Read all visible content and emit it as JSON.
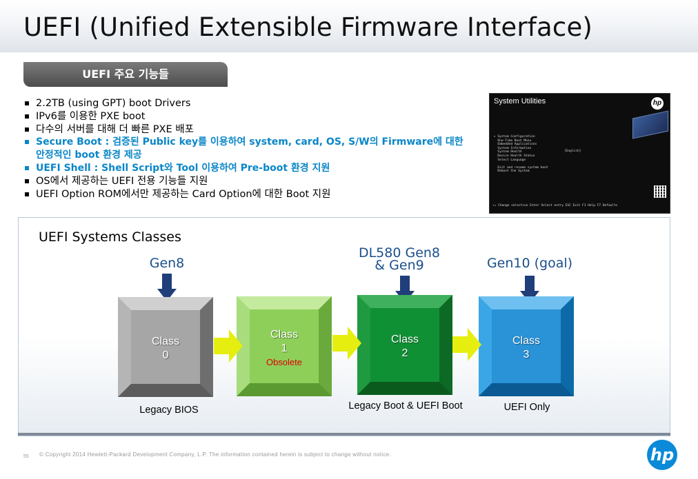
{
  "header": {
    "title": "UEFI (Unified Extensible Firmware Interface)"
  },
  "tab": {
    "label": "UEFI 주요 기능들"
  },
  "features": [
    {
      "text": "2.2TB (using GPT) boot Drivers",
      "highlight": false
    },
    {
      "text": "IPv6를 이용한 PXE boot",
      "highlight": false
    },
    {
      "text": "다수의 서버를 대해 더 빠른 PXE 배포",
      "highlight": false
    },
    {
      "text": "Secure Boot : 검증된 Public key를 이용하여 system, card, OS, S/W의 Firmware에 대한 안정적인 boot 환경 제공",
      "highlight": true
    },
    {
      "text": "UEFI Shell : Shell Script와 Tool 이용하여 Pre-boot 환경 지원",
      "highlight": true
    },
    {
      "text": "OS에서 제공하는 UEFI 전용 기능들 지원",
      "highlight": false
    },
    {
      "text": "UEFI Option ROM에서만 제공하는 Card Option에 대한 Boot 지원",
      "highlight": false
    }
  ],
  "screenshot": {
    "title": "System Utilities",
    "logo": "hp",
    "menu": "▸ System Configuration\n  One-Time Boot Menu\n  Embedded Applications\n  System Information\n  System Health\n  Device Health Status\n  Select Language\n\n  Exit and resume system boot\n  Reboot the System",
    "language": "[English]",
    "footer": "↑↓ Change selection  Enter Select entry  ESC Exit  F1 Help  F7 Defaults"
  },
  "classes_panel": {
    "title": "UEFI Systems Classes",
    "classes": [
      {
        "line1": "Class",
        "line2": "0",
        "note": "",
        "gen": "Gen8",
        "caption": "Legacy BIOS",
        "outer": "#8a8a8a",
        "inner": "#a6a6a6",
        "light": "#d0d0d0",
        "dark": "#5c5c5c"
      },
      {
        "line1": "Class",
        "line2": "1",
        "note": "Obsolete",
        "gen": "",
        "caption": "",
        "outer": "#7cc04a",
        "inner": "#8ecf5a",
        "light": "#c4ea9e",
        "dark": "#5a9a30"
      },
      {
        "line1": "Class",
        "line2": "2",
        "note": "",
        "gen": "DL580 Gen8\n& Gen9",
        "caption": "Legacy Boot & UEFI Boot",
        "outer": "#0f7a2a",
        "inner": "#109034",
        "light": "#3fb05d",
        "dark": "#0a5a1d"
      },
      {
        "line1": "Class",
        "line2": "3",
        "note": "",
        "gen": "Gen10 (goal)",
        "caption": "UEFI Only",
        "outer": "#0f7cc4",
        "inner": "#2a92d6",
        "light": "#6fc0f0",
        "dark": "#0b5a94"
      }
    ],
    "colors": {
      "gen_text": "#1a4f8a",
      "down_arrow": "#1f3e7a",
      "right_arrow": "#e6ee10",
      "obsolete": "#e00000"
    }
  },
  "footer": {
    "page_number": "55",
    "copyright": "© Copyright 2014 Hewlett-Packard Development Company, L.P.  The information contained herein is subject to change without notice.",
    "logo": "hp"
  }
}
